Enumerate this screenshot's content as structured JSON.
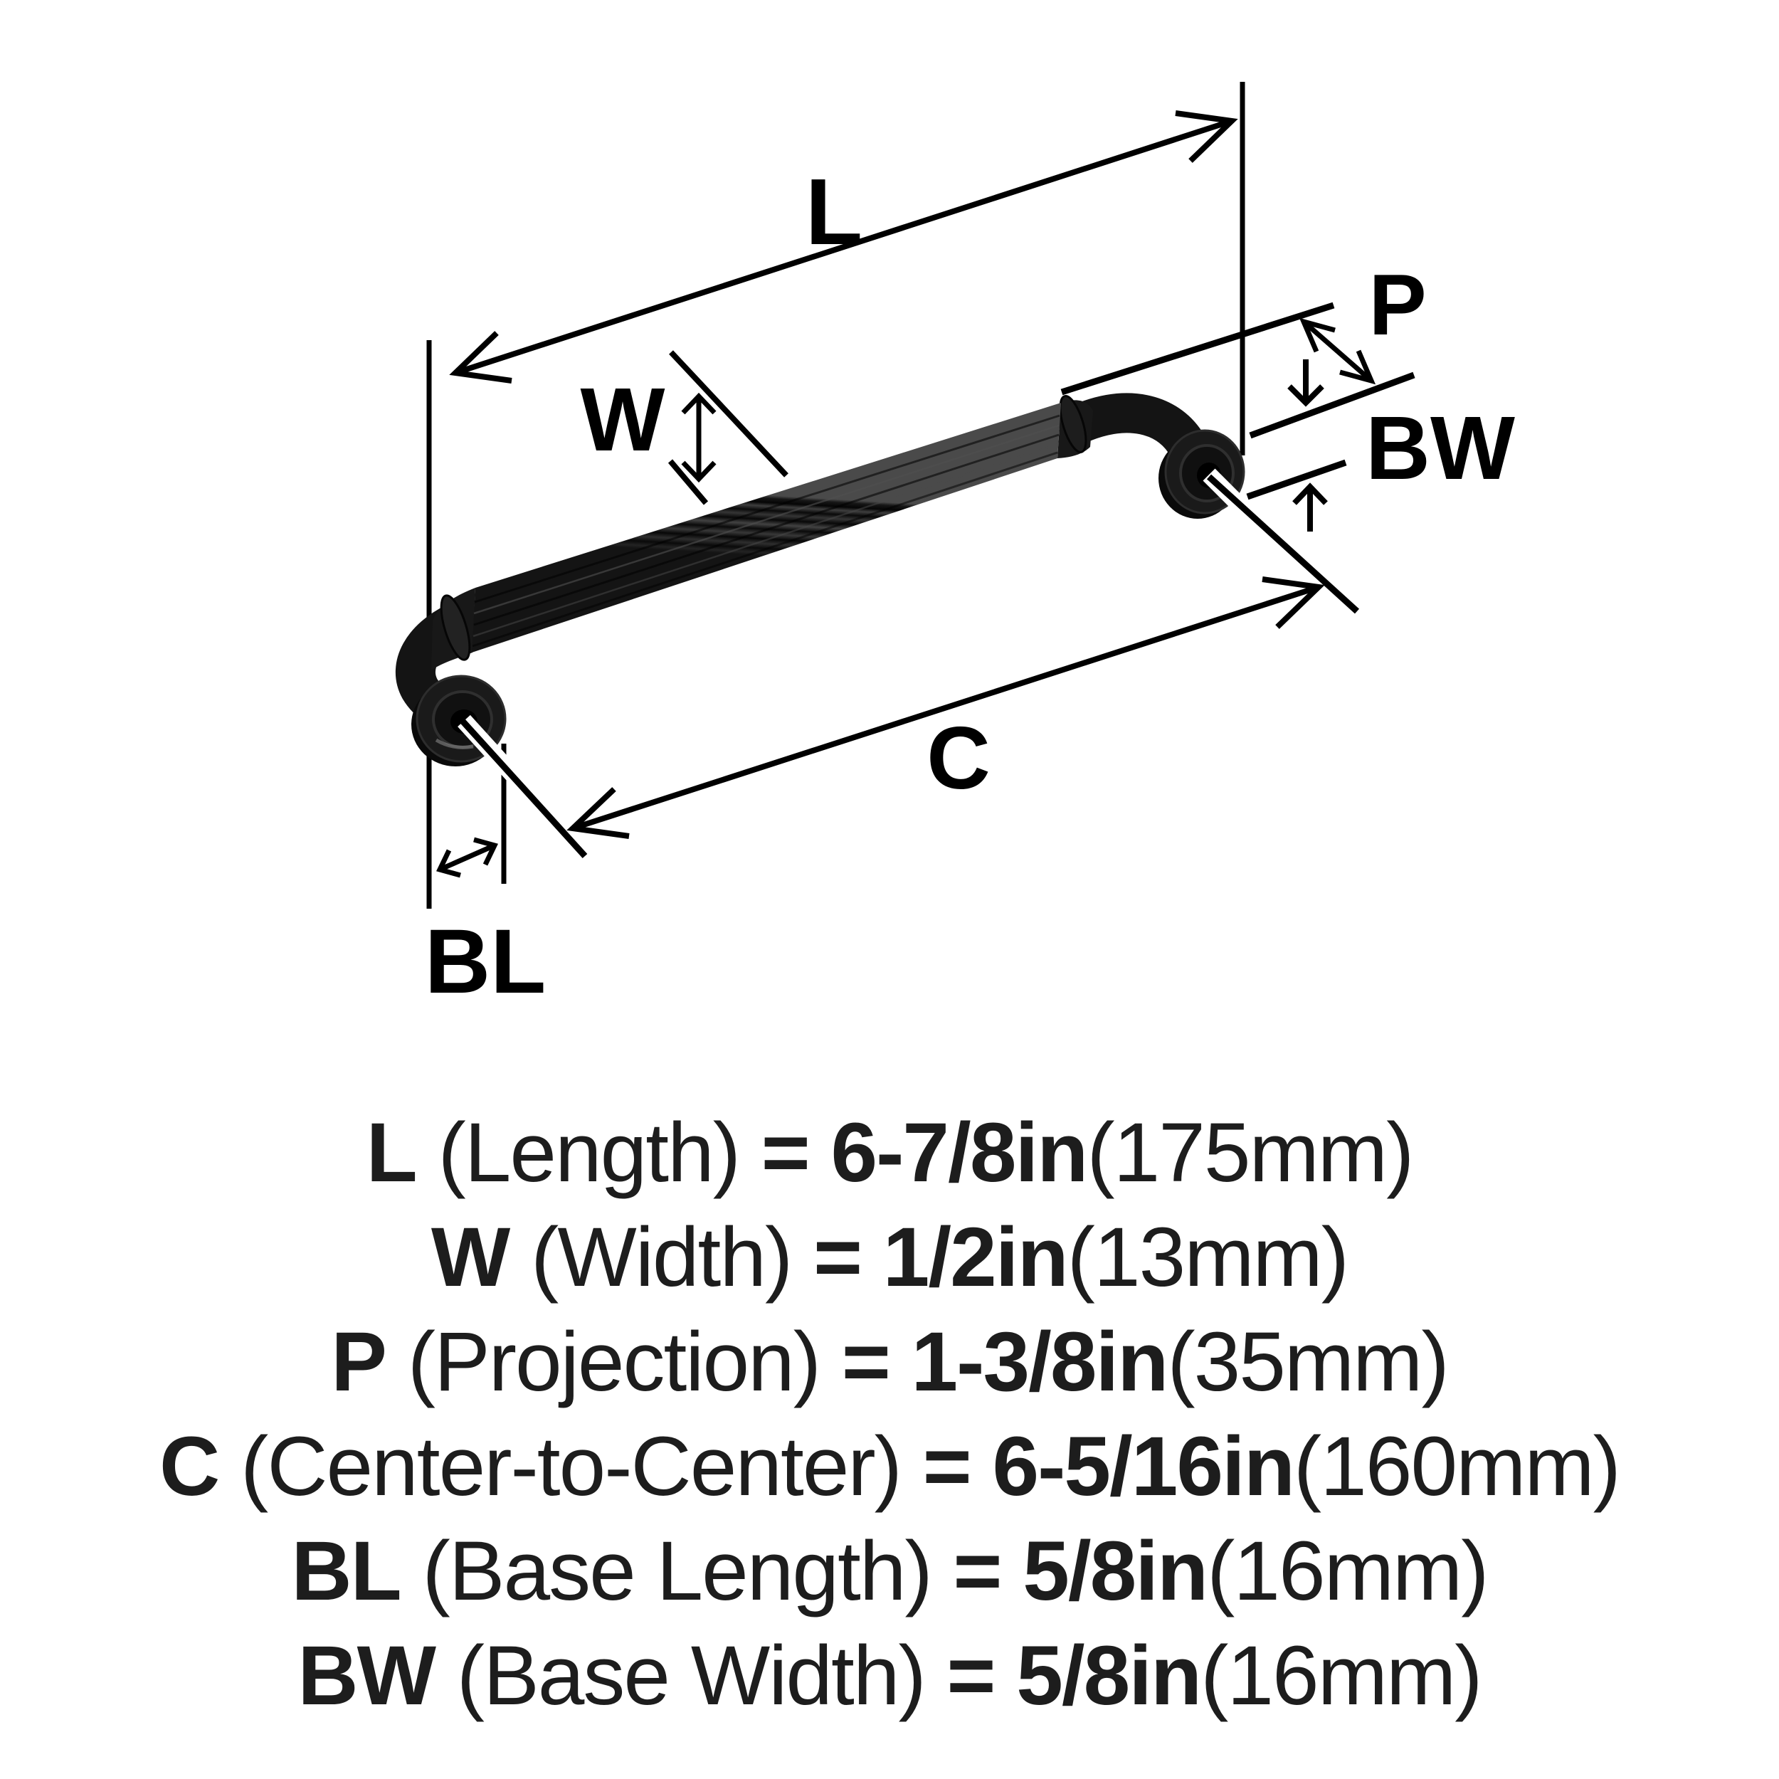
{
  "diagram": {
    "callouts": {
      "L": "L",
      "W": "W",
      "P": "P",
      "BW": "BW",
      "C": "C",
      "BL": "BL"
    },
    "colors": {
      "line": "#000000",
      "text": "#1d1d1d",
      "handle_dark": "#0a0a0a",
      "handle_mid": "#2e2e2e",
      "handle_light": "#4a4a4a",
      "background": "#ffffff"
    }
  },
  "specs": [
    {
      "code": "L",
      "label": " (Length) ",
      "value": "= 6-7/8in",
      "metric": "(175mm)"
    },
    {
      "code": "W",
      "label": " (Width) ",
      "value": "= 1/2in",
      "metric": "(13mm)"
    },
    {
      "code": "P",
      "label": " (Projection) ",
      "value": "= 1-3/8in",
      "metric": "(35mm)"
    },
    {
      "code": "C",
      "label": " (Center-to-Center) ",
      "value": "= 6-5/16in",
      "metric": "(160mm)"
    },
    {
      "code": "BL",
      "label": " (Base Length) ",
      "value": "= 5/8in",
      "metric": "(16mm)"
    },
    {
      "code": "BW",
      "label": " (Base Width) ",
      "value": "= 5/8in",
      "metric": "(16mm)"
    }
  ]
}
